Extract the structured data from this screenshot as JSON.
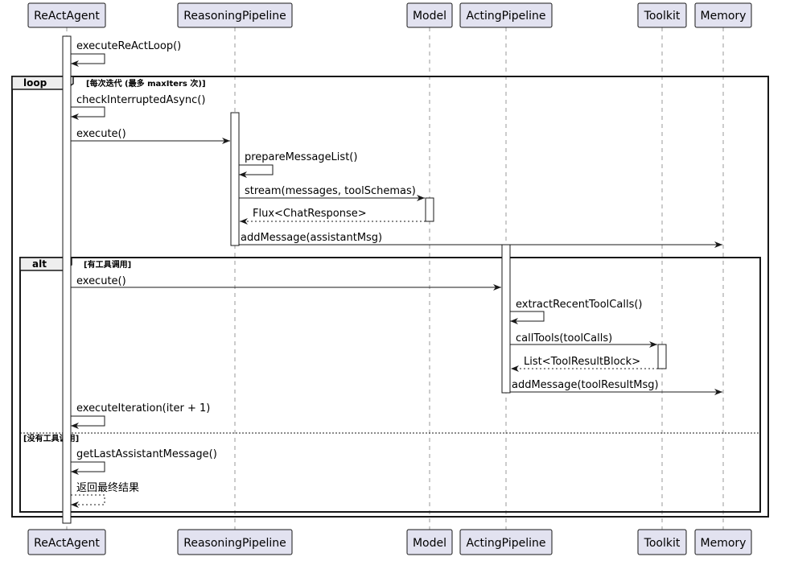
{
  "participants": [
    {
      "id": "agent",
      "label": "ReActAgent"
    },
    {
      "id": "reasoning",
      "label": "ReasoningPipeline"
    },
    {
      "id": "model",
      "label": "Model"
    },
    {
      "id": "acting",
      "label": "ActingPipeline"
    },
    {
      "id": "toolkit",
      "label": "Toolkit"
    },
    {
      "id": "memory",
      "label": "Memory"
    }
  ],
  "fragments": {
    "loop": {
      "keyword": "loop",
      "condition": "[每次迭代 (最多 maxIters 次)]"
    },
    "alt": {
      "keyword": "alt",
      "condition": "[有工具调用]",
      "else_condition": "[没有工具调用]"
    }
  },
  "messages": [
    {
      "from": "agent",
      "to": "agent",
      "label": "executeReActLoop()",
      "kind": "self"
    },
    {
      "from": "agent",
      "to": "agent",
      "label": "checkInterruptedAsync()",
      "kind": "self"
    },
    {
      "from": "agent",
      "to": "reasoning",
      "label": "execute()",
      "kind": "call"
    },
    {
      "from": "reasoning",
      "to": "reasoning",
      "label": "prepareMessageList()",
      "kind": "self"
    },
    {
      "from": "reasoning",
      "to": "model",
      "label": "stream(messages, toolSchemas)",
      "kind": "call"
    },
    {
      "from": "model",
      "to": "reasoning",
      "label": "Flux<ChatResponse>",
      "kind": "return"
    },
    {
      "from": "reasoning",
      "to": "memory",
      "label": "addMessage(assistantMsg)",
      "kind": "call"
    },
    {
      "from": "agent",
      "to": "acting",
      "label": "execute()",
      "kind": "call"
    },
    {
      "from": "acting",
      "to": "acting",
      "label": "extractRecentToolCalls()",
      "kind": "self"
    },
    {
      "from": "acting",
      "to": "toolkit",
      "label": "callTools(toolCalls)",
      "kind": "call"
    },
    {
      "from": "toolkit",
      "to": "acting",
      "label": "List<ToolResultBlock>",
      "kind": "return"
    },
    {
      "from": "acting",
      "to": "memory",
      "label": "addMessage(toolResultMsg)",
      "kind": "call"
    },
    {
      "from": "agent",
      "to": "agent",
      "label": "executeIteration(iter + 1)",
      "kind": "self"
    },
    {
      "from": "agent",
      "to": "agent",
      "label": "getLastAssistantMessage()",
      "kind": "self"
    },
    {
      "from": "agent",
      "to": "agent",
      "label": "返回最终结果",
      "kind": "self-return"
    }
  ],
  "colors": {
    "participant_fill": "#e2e2f0",
    "participant_border": "#181818",
    "lifeline": "#999999",
    "line": "#181818",
    "activation_fill": "#ffffff",
    "background": "#ffffff"
  }
}
